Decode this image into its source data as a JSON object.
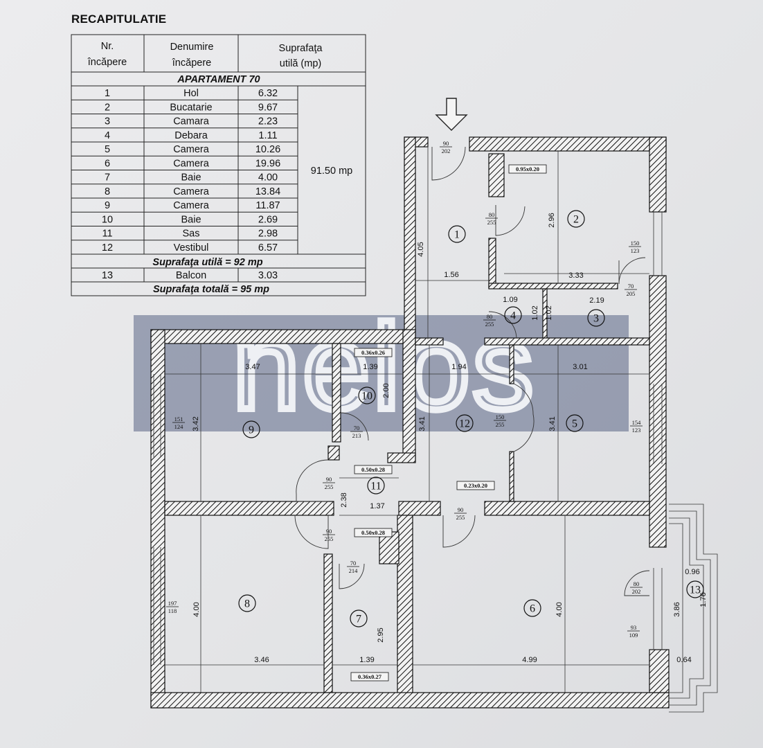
{
  "header": {
    "title": "RECAPITULATIE"
  },
  "table": {
    "col_nr": [
      "Nr.",
      "încăpere"
    ],
    "col_name": [
      "Denumire",
      "încăpere"
    ],
    "col_area": [
      "Suprafaţa",
      "utilă (mp)"
    ],
    "section": "APARTAMENT 70",
    "rows": [
      {
        "nr": "1",
        "name": "Hol",
        "area": "6.32"
      },
      {
        "nr": "2",
        "name": "Bucatarie",
        "area": "9.67"
      },
      {
        "nr": "3",
        "name": "Camara",
        "area": "2.23"
      },
      {
        "nr": "4",
        "name": "Debara",
        "area": "1.11"
      },
      {
        "nr": "5",
        "name": "Camera",
        "area": "10.26"
      },
      {
        "nr": "6",
        "name": "Camera",
        "area": "19.96"
      },
      {
        "nr": "7",
        "name": "Baie",
        "area": "4.00"
      },
      {
        "nr": "8",
        "name": "Camera",
        "area": "13.84"
      },
      {
        "nr": "9",
        "name": "Camera",
        "area": "11.87"
      },
      {
        "nr": "10",
        "name": "Baie",
        "area": "2.69"
      },
      {
        "nr": "11",
        "name": "Sas",
        "area": "2.98"
      },
      {
        "nr": "12",
        "name": "Vestibul",
        "area": "6.57"
      }
    ],
    "merged_total": "91.50 mp",
    "useful_total": "Suprafaţa utilă = 92 mp",
    "balcony": {
      "nr": "13",
      "name": "Balcon",
      "area": "3.03"
    },
    "grand_total": "Suprafaţa totală = 95 mp"
  },
  "watermark": {
    "text": "nelos",
    "color": "#4f5b80"
  },
  "plan": {
    "room_numbers": [
      "1",
      "2",
      "3",
      "4",
      "5",
      "6",
      "7",
      "8",
      "9",
      "10",
      "11",
      "12",
      "13"
    ],
    "dimensions": [
      "4.05",
      "1.56",
      "2.96",
      "3.33",
      "1.09",
      "1.02",
      "1.02",
      "2.19",
      "3.47",
      "1.39",
      "2.00",
      "1.94",
      "3.01",
      "3.42",
      "3.41",
      "3.41",
      "2.38",
      "1.37",
      "4.00",
      "4.00",
      "3.46",
      "1.39",
      "2.95",
      "4.99",
      "0.96",
      "3.86",
      "1.76",
      "0.64"
    ],
    "door_labels": [
      {
        "w": "90",
        "h": "202"
      },
      {
        "w": "80",
        "h": "255"
      },
      {
        "w": "150",
        "h": "123"
      },
      {
        "w": "70",
        "h": "205"
      },
      {
        "w": "80",
        "h": "255"
      },
      {
        "w": "151",
        "h": "124"
      },
      {
        "w": "70",
        "h": "213"
      },
      {
        "w": "150",
        "h": "255"
      },
      {
        "w": "154",
        "h": "123"
      },
      {
        "w": "90",
        "h": "255"
      },
      {
        "w": "90",
        "h": "255"
      },
      {
        "w": "90",
        "h": "255"
      },
      {
        "w": "70",
        "h": "214"
      },
      {
        "w": "197",
        "h": "118"
      },
      {
        "w": "80",
        "h": "202"
      },
      {
        "w": "93",
        "h": "109"
      }
    ],
    "vents": [
      "0.95x0.20",
      "0.36x0.26",
      "0.50x0.28",
      "0.23x0.20",
      "0.50x0.28",
      "0.36x0.27"
    ]
  }
}
